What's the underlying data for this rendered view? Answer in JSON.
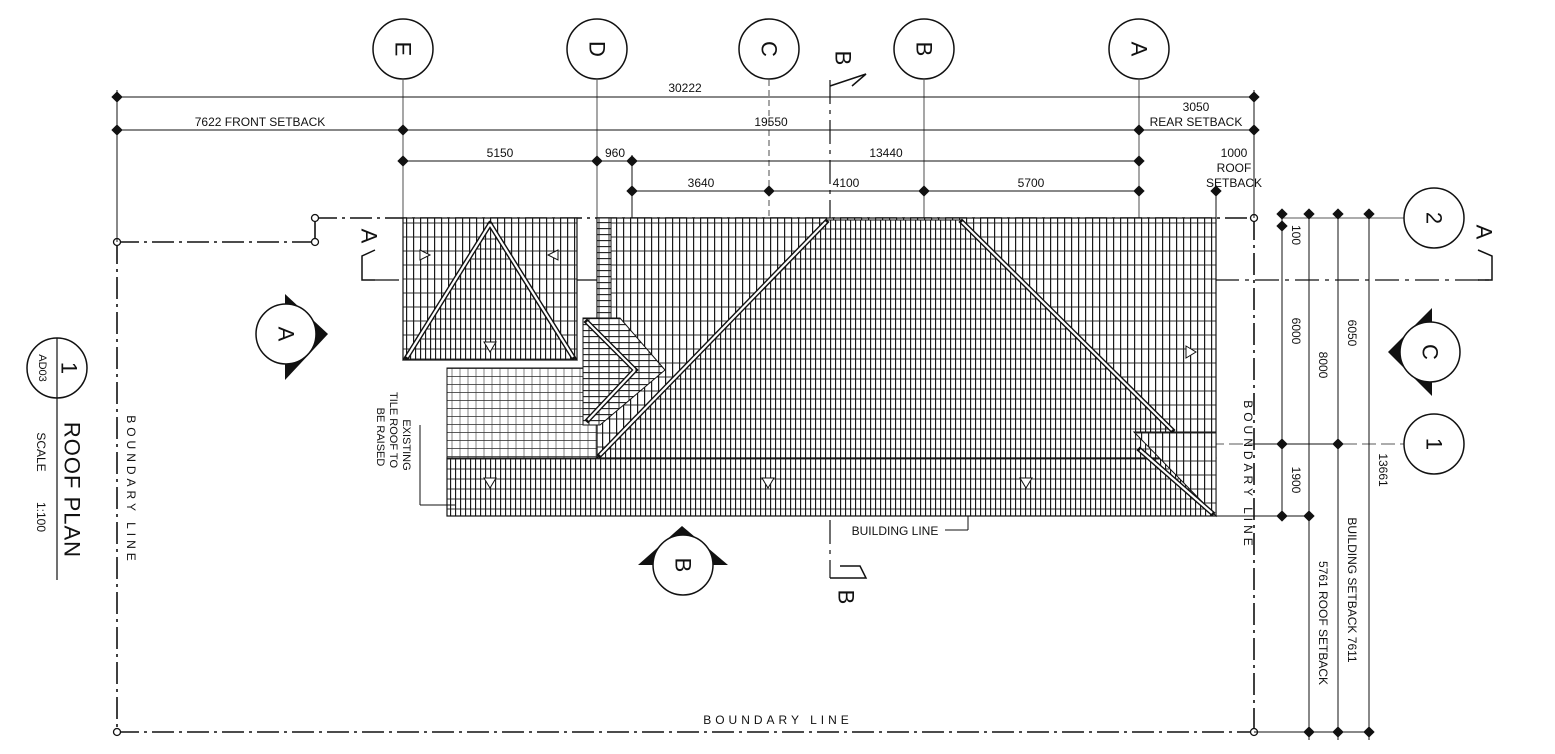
{
  "title": {
    "text": "ROOF PLAN",
    "detail_number": "1",
    "sheet_ref": "AD03",
    "scale_label": "SCALE",
    "scale_value": "1:100"
  },
  "grid_columns": [
    "E",
    "D",
    "C",
    "B",
    "A"
  ],
  "grid_rows": [
    "2",
    "1"
  ],
  "section_markers": {
    "a_left": "A",
    "a_right": "A",
    "b_top": "B",
    "b_bottom": "B",
    "a_bubble": "A",
    "b_bubble": "B",
    "c_bubble": "C"
  },
  "dimensions": {
    "overall": "30222",
    "front_setback": "7622 FRONT SETBACK",
    "middle": "19550",
    "rear_setback_value": "3050",
    "rear_setback_label": "REAR SETBACK",
    "seg_5150": "5150",
    "seg_960": "960",
    "seg_13440": "13440",
    "seg_3640": "3640",
    "seg_4100": "4100",
    "seg_5700": "5700",
    "roof_setback_value": "1000",
    "roof_setback_line1": "ROOF",
    "roof_setback_line2": "SETBACK",
    "v_100": "100",
    "v_6000": "6000",
    "v_8000": "8000",
    "v_6050": "6050",
    "v_1900": "1900",
    "v_13661": "13661",
    "roof_setback_side": "5761 ROOF SETBACK",
    "building_setback_side": "BUILDING SETBACK 7611"
  },
  "labels": {
    "boundary_left": "BOUNDARY LINE",
    "boundary_bottom": "BOUNDARY LINE",
    "boundary_right": "BOUNDARY LINE",
    "building_line": "BUILDING LINE",
    "existing_line1": "EXISTING",
    "existing_line2": "TILE ROOF TO",
    "existing_line3": "BE RAISED"
  }
}
